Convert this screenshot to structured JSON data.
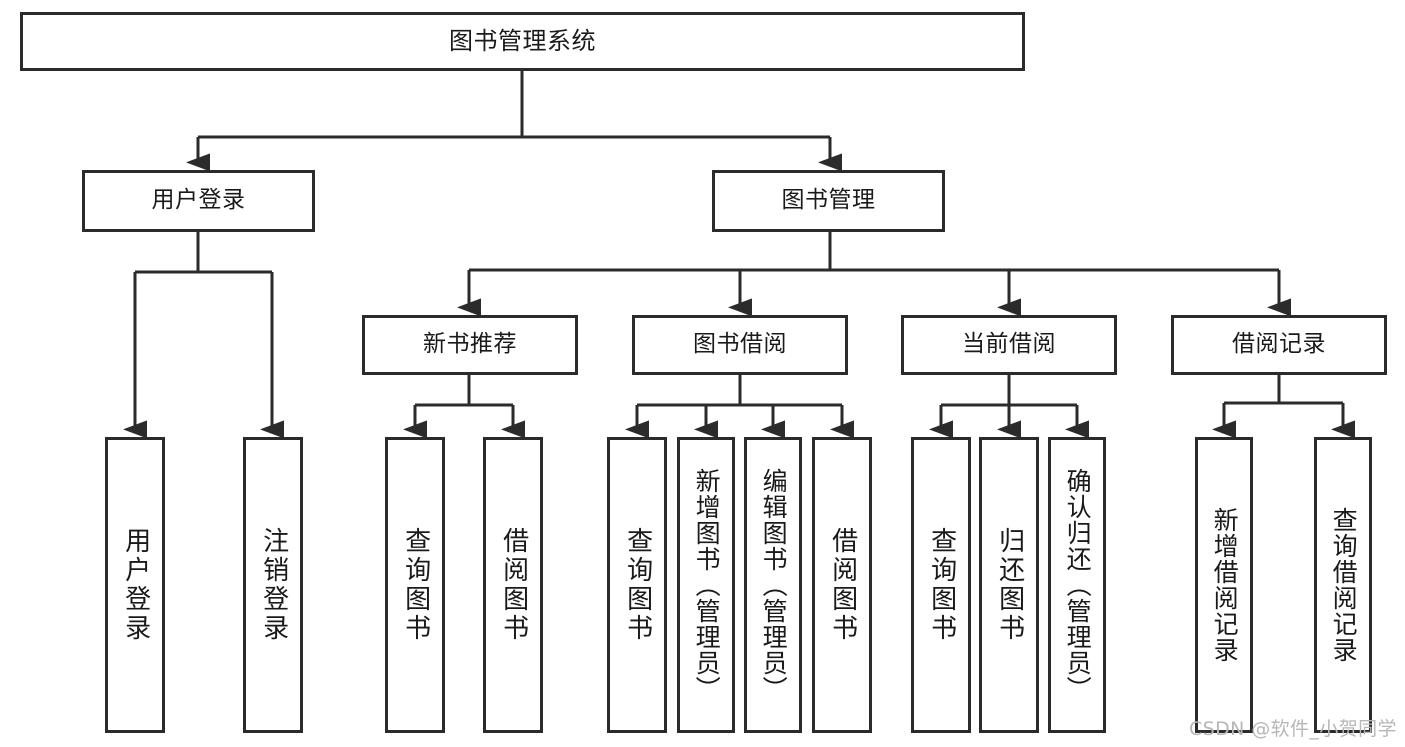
{
  "diagram": {
    "title": "图书管理系统",
    "type": "hierarchy-tree",
    "levels": {
      "root": "图书管理系统",
      "level2": [
        "用户登录",
        "图书管理"
      ],
      "level3": [
        "新书推荐",
        "图书借阅",
        "当前借阅",
        "借阅记录"
      ]
    },
    "nodes": {
      "root": {
        "label": "图书管理系统"
      },
      "user_login": {
        "label": "用户登录"
      },
      "book_manage": {
        "label": "图书管理"
      },
      "new_book_rec": {
        "label": "新书推荐"
      },
      "book_borrow": {
        "label": "图书借阅"
      },
      "current_borrow": {
        "label": "当前借阅"
      },
      "borrow_record": {
        "label": "借阅记录"
      },
      "leaf_user_login": {
        "label": "用户登录"
      },
      "leaf_user_logout": {
        "label": "注销登录"
      },
      "leaf_query_book_1": {
        "label": "查询图书"
      },
      "leaf_borrow_book_1": {
        "label": "借阅图书"
      },
      "leaf_query_book_2": {
        "label": "查询图书"
      },
      "leaf_add_book_admin": {
        "label": "新增图书（管理员）"
      },
      "leaf_edit_book_admin": {
        "label": "编辑图书（管理员）"
      },
      "leaf_borrow_book_2": {
        "label": "借阅图书"
      },
      "leaf_query_book_3": {
        "label": "查询图书"
      },
      "leaf_return_book": {
        "label": "归还图书"
      },
      "leaf_confirm_return_admin": {
        "label": "确认归还（管理员）"
      },
      "leaf_add_borrow_record": {
        "label": "新增借阅记录"
      },
      "leaf_query_borrow_record": {
        "label": "查询借阅记录"
      }
    }
  },
  "watermark": {
    "text": "CSDN @软件_小贺同学"
  },
  "colors": {
    "border": "#2b2b2b",
    "background": "#ffffff",
    "text": "#1a1a1a",
    "watermark": "#b7b7b7"
  }
}
